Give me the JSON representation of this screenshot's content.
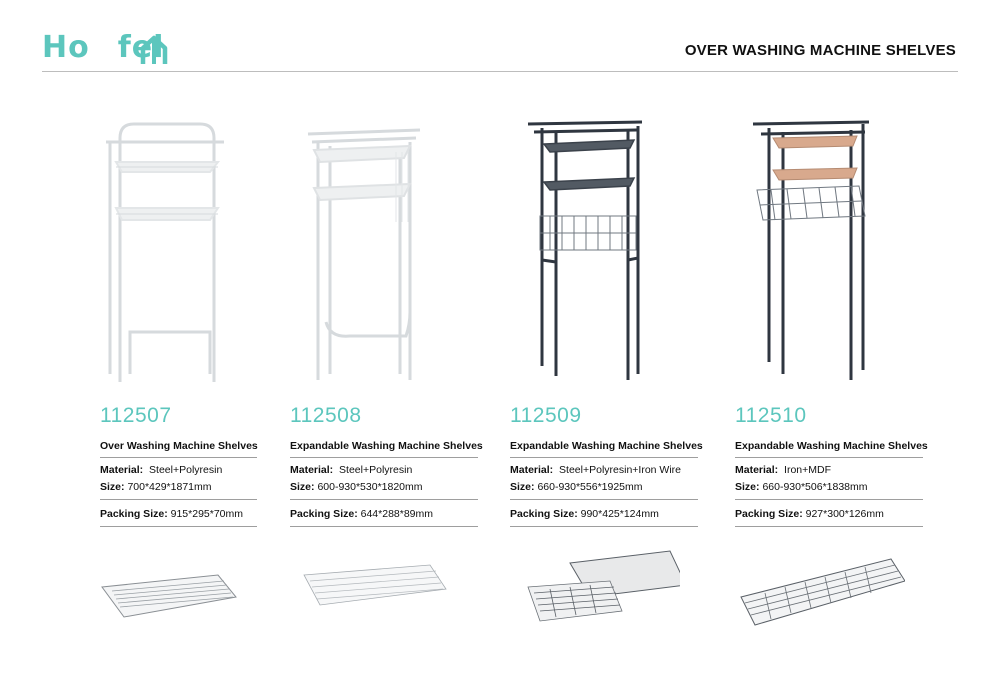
{
  "brand": {
    "logo_text_left": "Ho",
    "logo_text_right": "fel",
    "accent_color": "#5cc6bd"
  },
  "header": {
    "title": "OVER WASHING MACHINE SHELVES"
  },
  "labels": {
    "material": "Material:",
    "size": "Size:",
    "packing": "Packing Size:"
  },
  "products": [
    {
      "code": "112507",
      "name": "Over Washing Machine Shelves",
      "material": "Steel+Polyresin",
      "size": "700*429*1871mm",
      "packing": "915*295*70mm",
      "frame_color": "#d9dde0"
    },
    {
      "code": "112508",
      "name": "Expandable Washing Machine Shelves",
      "material": "Steel+Polyresin",
      "size": "600-930*530*1820mm",
      "packing": "644*288*89mm",
      "frame_color": "#d9dde0"
    },
    {
      "code": "112509",
      "name": "Expandable Washing Machine Shelves",
      "material": "Steel+Polyresin+Iron Wire",
      "size": "660-930*556*1925mm",
      "packing": "990*425*124mm",
      "frame_color": "#2f3640"
    },
    {
      "code": "112510",
      "name": "Expandable Washing Machine Shelves",
      "material": "Iron+MDF",
      "size": "660-930*506*1838mm",
      "packing": "927*300*126mm",
      "frame_color": "#2f3640"
    }
  ]
}
